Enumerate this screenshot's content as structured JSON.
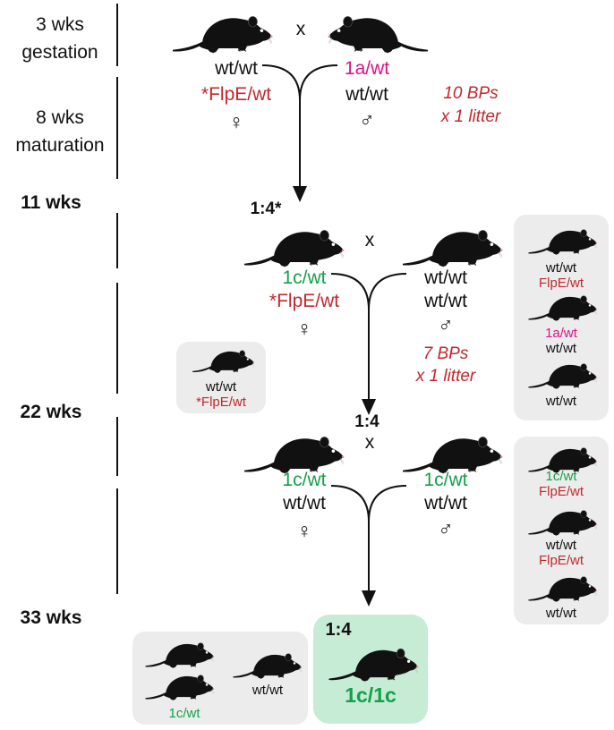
{
  "timeline": {
    "gestation": [
      "3 wks",
      "gestation"
    ],
    "maturation": [
      "8 wks",
      "maturation"
    ],
    "week_markers": [
      "11 wks",
      "22 wks",
      "33 wks"
    ]
  },
  "cross_symbol": "x",
  "female_symbol": "♀",
  "male_symbol": "♂",
  "gen1": {
    "female": [
      "wt/wt",
      "*FlpE/wt"
    ],
    "male": [
      "1a/wt",
      "wt/wt"
    ],
    "breeding_note": [
      "10 BPs",
      "x 1 litter"
    ]
  },
  "gen2": {
    "ratio": "1:4*",
    "female": [
      "1c/wt",
      "*FlpE/wt"
    ],
    "male": [
      "wt/wt",
      "wt/wt"
    ],
    "breeding_note": [
      "7 BPs",
      "x 1 litter"
    ],
    "discarded_left": [
      "wt/wt",
      "*FlpE/wt"
    ],
    "discarded_right": [
      [
        "wt/wt",
        "FlpE/wt"
      ],
      [
        "1a/wt",
        "wt/wt"
      ],
      [
        "wt/wt"
      ]
    ]
  },
  "gen3": {
    "ratio": "1:4",
    "female": [
      "1c/wt",
      "wt/wt"
    ],
    "male": [
      "1c/wt",
      "wt/wt"
    ],
    "discarded_right": [
      [
        "1c/wt",
        "FlpE/wt"
      ],
      [
        "wt/wt",
        "FlpE/wt"
      ],
      [
        "wt/wt"
      ]
    ]
  },
  "offspring": {
    "ratio": "1:4",
    "target": "1c/1c",
    "others": [
      "1c/wt",
      "wt/wt"
    ]
  },
  "colors": {
    "wild_type": "#111111",
    "flpe": "#c0282c",
    "allele_1a": "#d9138a",
    "allele_1c": "#14a04a",
    "box_gray": "#ececec",
    "box_green": "#c6ecd6"
  }
}
